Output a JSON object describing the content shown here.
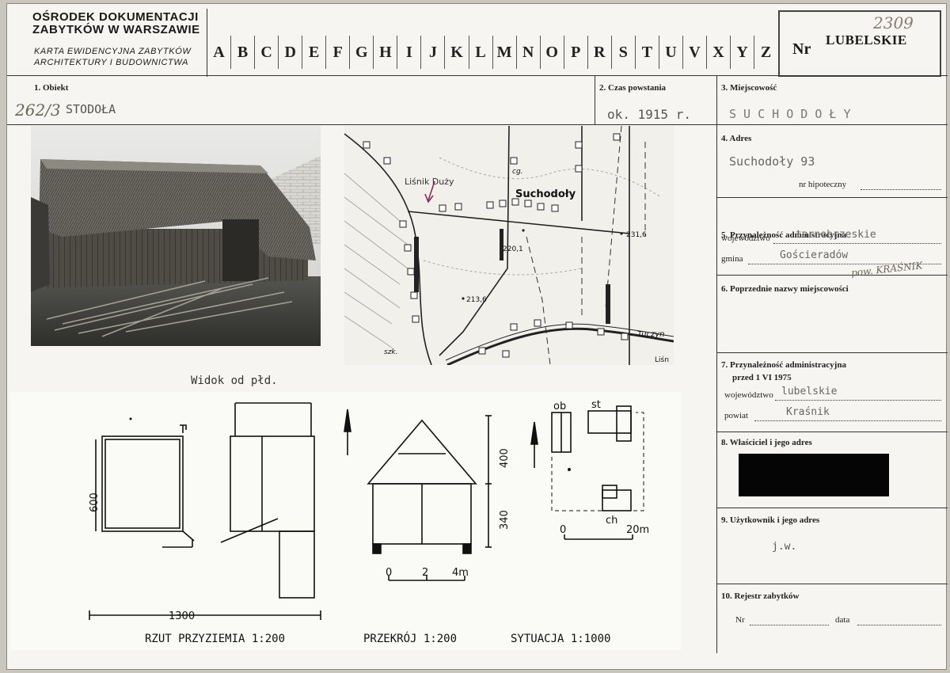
{
  "header": {
    "org_line1": "OŚRODEK DOKUMENTACJI",
    "org_line2": "ZABYTKÓW W WARSZAWIE",
    "sub_line1": "KARTA EWIDENCYJNA ZABYTKÓW",
    "sub_line2": "ARCHITEKTURY I BUDOWNICTWA",
    "letters": [
      "A",
      "B",
      "C",
      "D",
      "E",
      "F",
      "G",
      "H",
      "I",
      "J",
      "K",
      "L",
      "M",
      "N",
      "O",
      "P",
      "R",
      "S",
      "T",
      "U",
      "V",
      "X",
      "Y",
      "Z"
    ],
    "nr_label": "Nr",
    "voivodeship": "LUBELSKIE",
    "card_number": "2309"
  },
  "fields": {
    "obiekt_label": "1. Obiekt",
    "obiekt_number": "262/3",
    "obiekt_value": "STODOŁA",
    "czas_label": "2. Czas powstania",
    "czas_value": "ok. 1915 r.",
    "miejscowosc_label": "3. Miejscowość",
    "miejscowosc_value": "S U C H O D O Ł Y",
    "adres_label": "4. Adres",
    "adres_value": "Suchodoły 93",
    "nr_hipoteczny_label": "nr hipoteczny",
    "admin_label": "5. Przynależność administracyjna",
    "wojewodztwo_label": "województwo",
    "wojewodztwo_value": "tarnobrzeskie",
    "gmina_label": "gmina",
    "gmina_value": "Gościeradów",
    "pow_note": "pow. KRAŚNIK",
    "poprzednie_label": "6. Poprzednie nazwy miejscowości",
    "admin_before_label": "7. Przynależność administracyjna",
    "admin_before_date": "przed 1 VI 1975",
    "wojewodztwo2_label": "województwo",
    "wojewodztwo2_value": "lubelskie",
    "powiat_label": "powiat",
    "powiat_value": "Kraśnik",
    "wlasciciel_label": "8. Właściciel i jego adres",
    "uzytkownik_label": "9. Użytkownik i jego adres",
    "uzytkownik_value": "j.w.",
    "rejestr_label": "10. Rejestr zabytków",
    "rejestr_nr_label": "Nr",
    "rejestr_data_label": "data"
  },
  "photo": {
    "caption": "Widok od płd."
  },
  "map": {
    "place_label": "Suchodoły",
    "hamlet_label": "Liśnik Duży",
    "heights": [
      "231,6",
      "220,1",
      "213,6"
    ],
    "river_label": "Tuczyn",
    "cg_label": "cg.",
    "szk_label": "szk.",
    "lisn_label": "Liśn"
  },
  "drawings": {
    "plan_title": "RZUT PRZYZIEMIA 1:200",
    "section_title": "PRZEKRÓJ 1:200",
    "site_title": "SYTUACJA 1:1000",
    "dim_width": "1300",
    "dim_depth": "600",
    "dim_roof": "400",
    "dim_wall": "340",
    "scale_section_0": "0",
    "scale_section_2": "2",
    "scale_section_4": "4m",
    "scale_site_0": "0",
    "scale_site_20": "20m",
    "site_ob": "ob",
    "site_st": "st",
    "site_ch": "ch"
  }
}
